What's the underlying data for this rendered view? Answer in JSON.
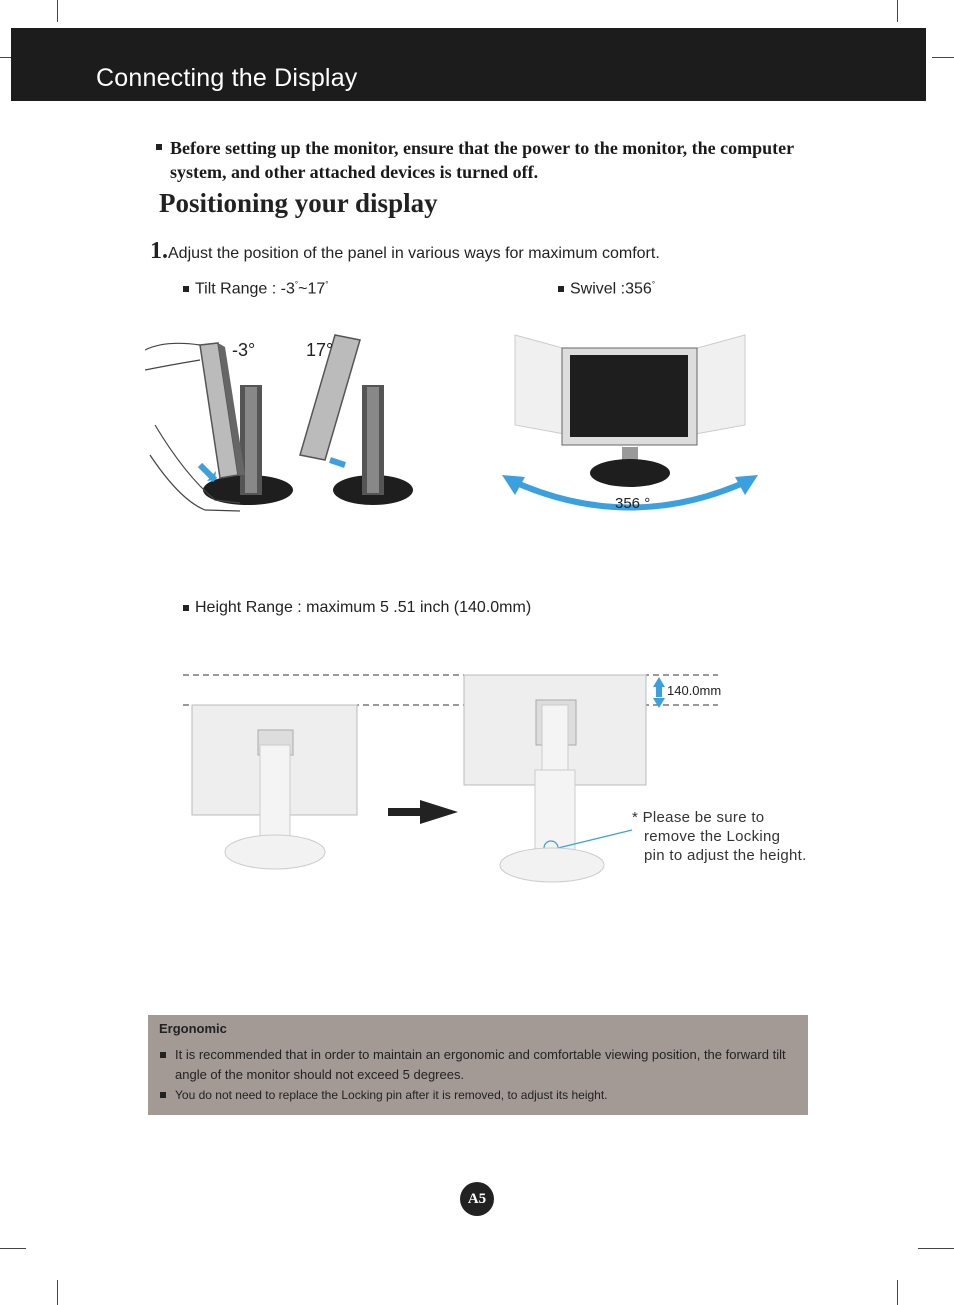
{
  "header": {
    "title": "Connecting the Display"
  },
  "warning": {
    "text": "Before setting up the monitor, ensure that the power to the monitor, the computer system, and other attached devices is turned off."
  },
  "section": {
    "title": "Positioning your display"
  },
  "step1": {
    "number": "1.",
    "text": "Adjust the position of the panel in various ways for maximum comfort.",
    "tilt": {
      "label": "Tilt Range : -3",
      "mid": "~17"
    },
    "swivel": {
      "label": "Swivel :356"
    },
    "height": {
      "label": "Height Range : maximum 5 .51 inch (140.0mm)"
    }
  },
  "figures": {
    "tilt_left_label": "-3",
    "tilt_right_label": "17",
    "swivel_label": "356",
    "height_measure": "140.0mm",
    "locking_note": [
      "* Please be sure to",
      "remove the Locking",
      "pin to adjust the height."
    ]
  },
  "ergonomic": {
    "title": "Ergonomic",
    "items": [
      "It is recommended that in order to maintain an ergonomic and comfortable viewing position, the forward tilt angle of the monitor should not exceed 5 degrees.",
      "You do not need to replace the Locking pin after it is removed, to adjust its height."
    ]
  },
  "page": {
    "number": "A5"
  },
  "colors": {
    "header_bg": "#1c1c1c",
    "note_bg": "#a39a96",
    "accent_arrow": "#3aa0e0"
  }
}
